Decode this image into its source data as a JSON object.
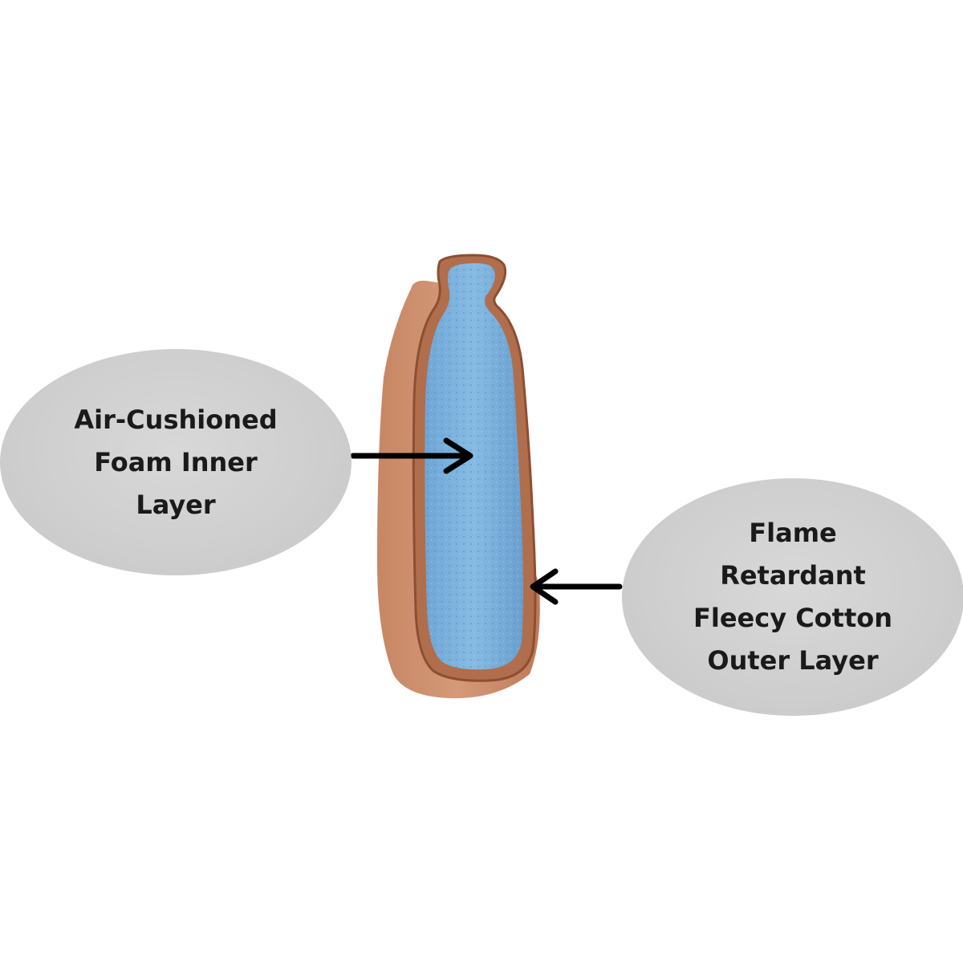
{
  "callouts": {
    "inner": {
      "lines": [
        "Air-Cushioned",
        "Foam Inner",
        "Layer"
      ]
    },
    "outer": {
      "lines": [
        "Flame",
        "Retardant",
        "Fleecy Cotton",
        "Outer Layer"
      ]
    }
  },
  "colors": {
    "foam": "#7fb3dc",
    "cotton": "#c98a66",
    "cotton_edge": "#9c5a3c",
    "bubble": "#cfcfcf",
    "arrow": "#000000"
  }
}
